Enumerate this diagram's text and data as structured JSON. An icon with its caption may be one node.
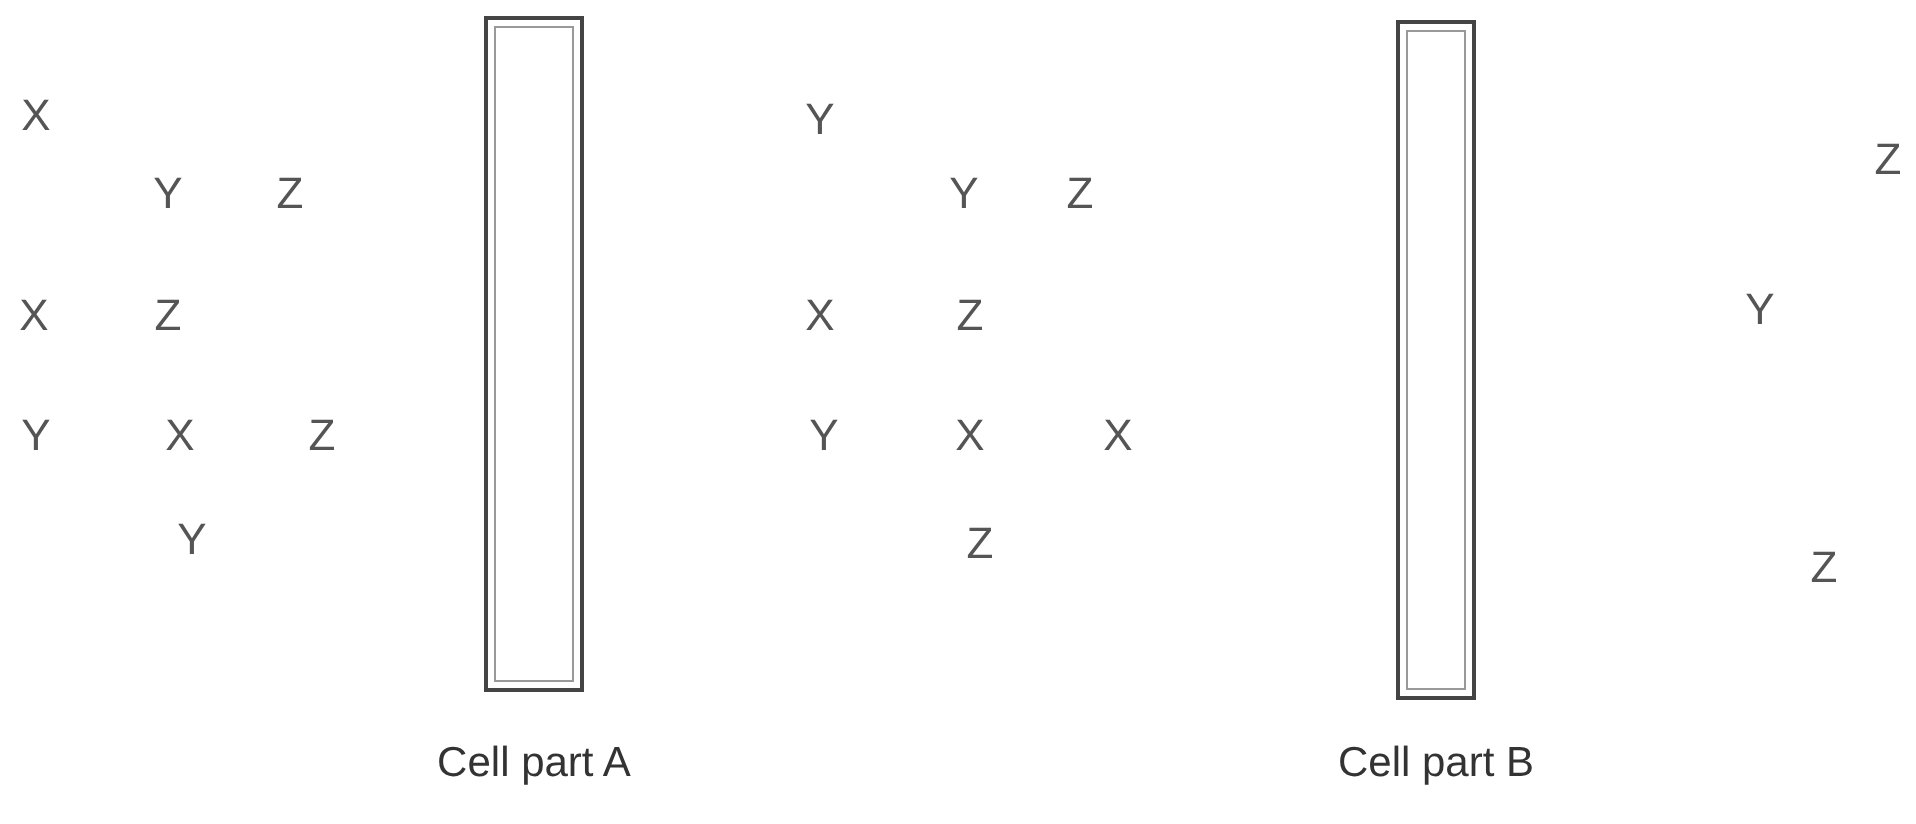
{
  "diagram": {
    "nodes": [
      {
        "text": [],
        "shape": "bar",
        "beside": [
          "Cell part A"
        ]
      },
      {
        "text": [],
        "shape": "bar",
        "beside": [
          "Cell part B"
        ]
      }
    ],
    "edges": [],
    "labels": [
      "X",
      "Y",
      "Z",
      "X",
      "Z",
      "Y",
      "X",
      "Z",
      "Y",
      "Y",
      "Y",
      "Z",
      "X",
      "Z",
      "Y",
      "X",
      "X",
      "Z",
      "Z",
      "Y",
      "Z"
    ]
  }
}
